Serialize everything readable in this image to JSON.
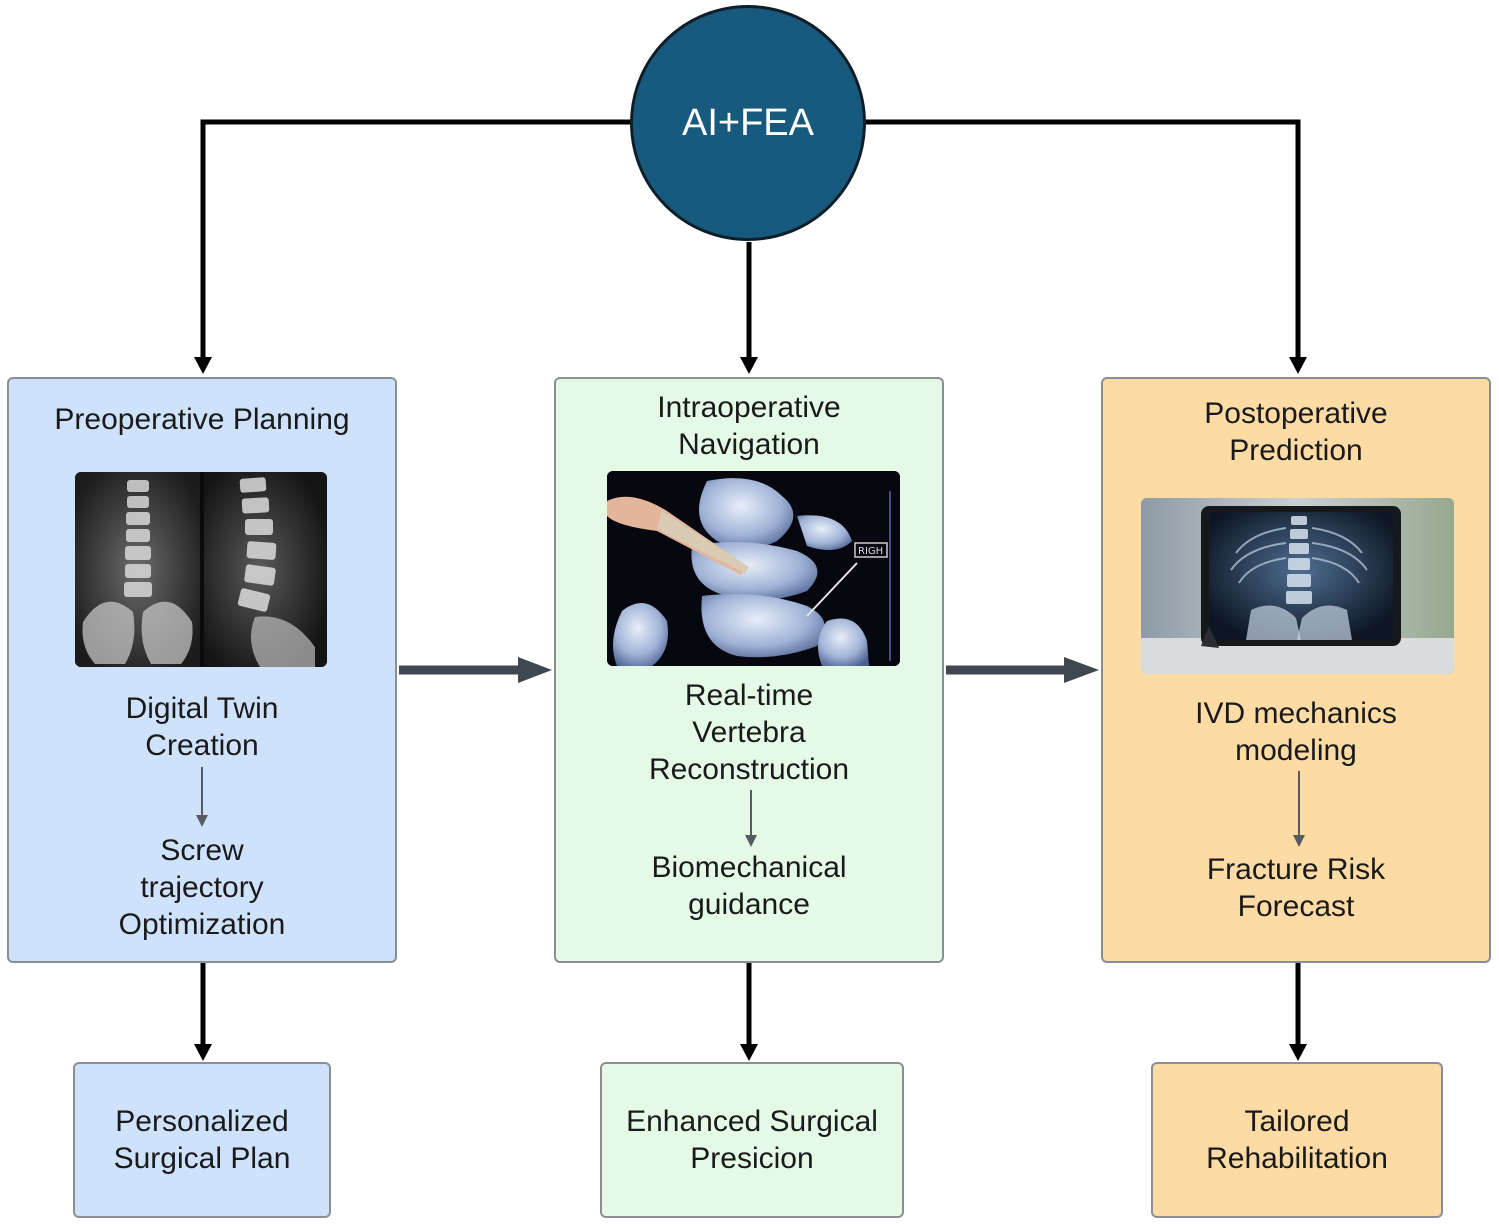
{
  "hub": {
    "label": "AI+FEA",
    "color": "#185a7d"
  },
  "panels": [
    {
      "title": "Preoperative Planning",
      "step1": "Digital Twin Creation",
      "step2": "Screw trajectory Optimization",
      "image": "spine-xray-ap-and-lateral",
      "color": "#cfe2fc"
    },
    {
      "title": "Intraoperative Navigation",
      "step1": "Real-time Vertebra Reconstruction",
      "step2": "Biomechanical guidance",
      "image": "3d-ct-vertebra-reconstruction",
      "color": "#e4fae6"
    },
    {
      "title": "Postoperative Prediction",
      "step1": "IVD mechanics modeling",
      "step2": "Fracture Risk Forecast",
      "image": "tablet-showing-spine-xray",
      "color": "#fcdba5"
    }
  ],
  "outcomes": [
    {
      "label": "Personalized Surgical Plan"
    },
    {
      "label": "Enhanced Surgical Presicion"
    },
    {
      "label": "Tailored Rehabilitation"
    }
  ]
}
